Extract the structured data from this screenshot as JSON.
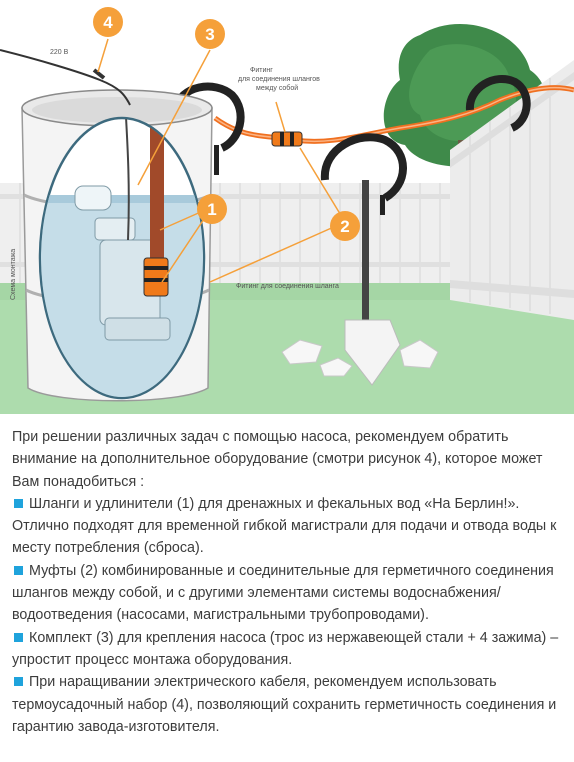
{
  "illustration": {
    "badges": [
      {
        "id": "1",
        "label": "1"
      },
      {
        "id": "2",
        "label": "2"
      },
      {
        "id": "3",
        "label": "3"
      },
      {
        "id": "4",
        "label": "4"
      }
    ],
    "voltage_label": "220 В",
    "fitting_label_top_line1": "Фитинг",
    "fitting_label_top_line2": "для соединения шлангов",
    "fitting_label_top_line3": "между собой",
    "fitting_label_bottom": "Фитинг для соединения шланга",
    "side_label": "Схема монтажа",
    "colors": {
      "badge": "#f5a03a",
      "hose": "#f07020",
      "sky": "#ffffff",
      "grass": "#a5d6a5",
      "fence": "#ebebeb",
      "barrel": "#f2f2f2",
      "water": "#bcd8e6",
      "bullet": "#1fa3dc"
    }
  },
  "text": {
    "intro": "При решении различных задач с помощью насоса, рекомендуем обратить внимание на дополнительное оборудование (смотри рисунок 4), которое может Вам понадобиться :",
    "items": [
      "Шланги и удлинители (1) для дренажных и фекальных вод «На Берлин!». Отлично подходят для временной гибкой магистрали для подачи и отвода воды к месту потребления (сброса).",
      "Муфты (2) комбинированные и соединительные для герметичного соединения шлангов  между собой, и с другими элементами системы водоснабжения/водоотведения (насосами, магистральными трубопроводами).",
      "Комплект (3) для крепления насоса (трос из нержавеющей стали + 4 зажима) – упростит процесс монтажа оборудования.",
      "При наращивании электрического кабеля, рекомендуем использовать термоусадочный набор (4), позволяющий сохранить герметичность соединения и гарантию завода-изготовителя."
    ]
  }
}
